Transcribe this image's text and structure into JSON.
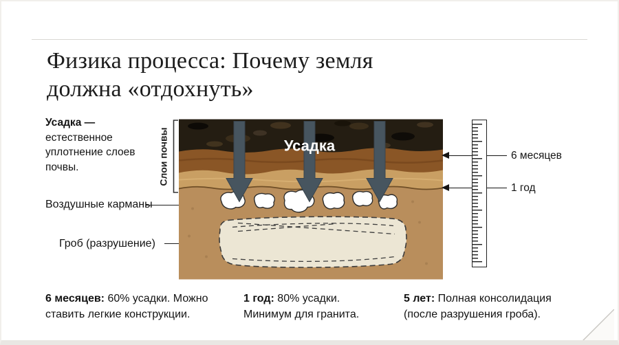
{
  "title": {
    "line1": "Физика процесса: Почему земля",
    "line2": "должна «отдохнуть»"
  },
  "definition": {
    "term": "Усадка —",
    "body": "естественное уплотнение слоев почвы."
  },
  "diagram": {
    "axis_label": "Слои почвы",
    "settling_label": "Усадка"
  },
  "labels": {
    "air_pockets": "Воздушные карманы",
    "coffin": "Гроб (разрушение)"
  },
  "timeline": [
    {
      "label": "6 месяцев"
    },
    {
      "label": "1 год"
    }
  ],
  "footnotes": [
    {
      "label": "6 месяцев:",
      "text": "60% усадки. Можно ставить легкие конструкции."
    },
    {
      "label": "1 год:",
      "text": "80% усадки. Минимум для гранита."
    },
    {
      "label": "5 лет:",
      "text": "Полная консолидация (после разрушения гроба)."
    }
  ],
  "colors": {
    "arrow": "#47555f",
    "topsoil": "#241d12",
    "clay_layer": "#8a5626",
    "silt_layer": "#c99f63",
    "sand_layer": "#b98e5c",
    "coffin_fill": "#ece6d4"
  }
}
